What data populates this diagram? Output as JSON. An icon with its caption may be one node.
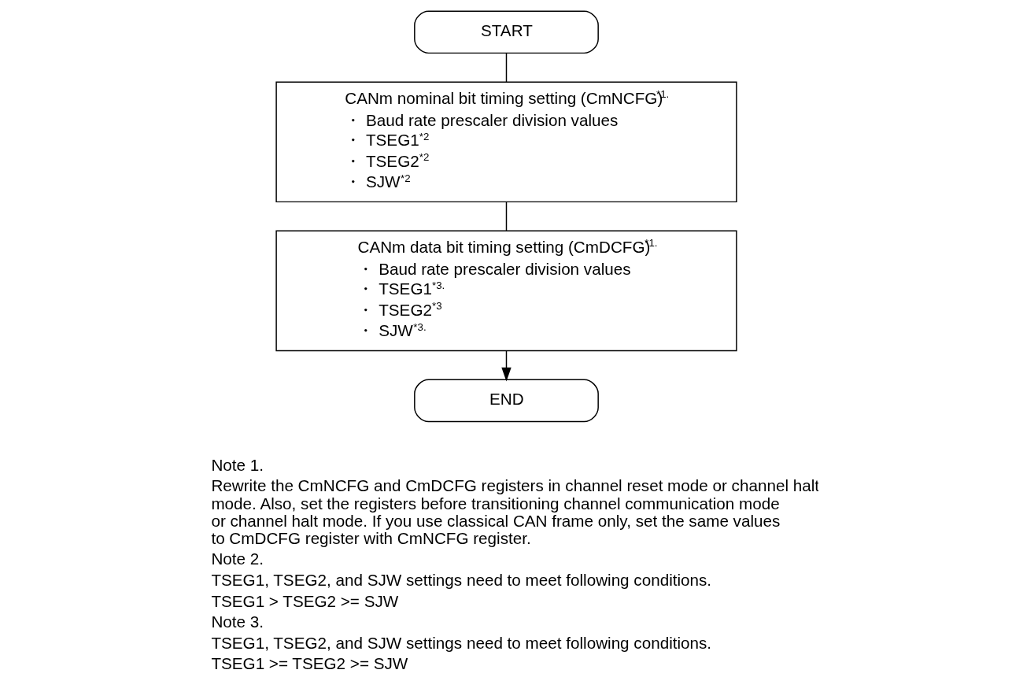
{
  "diagram": {
    "nodes": [
      {
        "text": [
          "START"
        ]
      },
      {
        "text": [
          "CANm nominal bit timing setting (CmNCFG)$^{*1.}$",
          "・ Baud rate prescaler division values",
          "・ TSEG1$^{*2}$",
          "・ TSEG2$^{*2}$",
          "・ SJW$^{*2}$"
        ]
      },
      {
        "text": [
          "CANm data bit timing setting (CmDCFG)$^{*1.}$",
          "・ Baud rate prescaler division values",
          "・ TSEG1$^{*3.}$",
          "・ TSEG2$^{*3}$",
          "・ SJW$^{*3.}$"
        ]
      },
      {
        "text": [
          "END"
        ]
      }
    ],
    "edges": [
      {
        "from": 0,
        "to": 1,
        "arrow": "none"
      },
      {
        "from": 1,
        "to": 2,
        "arrow": "none"
      },
      {
        "from": 2,
        "to": 3,
        "arrow": "to"
      }
    ],
    "labels": [
      "Note 1.",
      "Rewrite the CmNCFG and CmDCFG registers in channel reset mode or channel halt mode. Also, set the registers before transitioning channel communication mode or channel halt mode. If you use classical CAN frame only, set the same values to CmDCFG register with CmNCFG register.",
      "Note 2.",
      "TSEG1, TSEG2, and SJW settings need to meet following conditions.",
      "TSEG1 > TSEG2 >= SJW",
      "Note 3.",
      "TSEG1, TSEG2, and SJW settings need to meet following conditions.",
      "TSEG1 >= TSEG2 >= SJW"
    ]
  }
}
